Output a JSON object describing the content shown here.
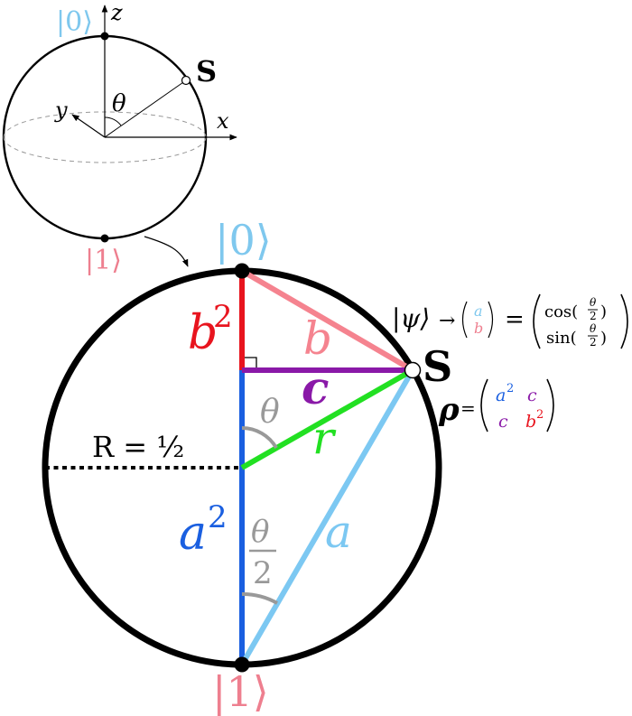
{
  "colors": {
    "ket0": "#7fc8ee",
    "ket1": "#ee7f8f",
    "a_squared": "#1a5fe0",
    "b_squared": "#e8141e",
    "b_chord": "#f5838f",
    "c": "#8a19a8",
    "r": "#22e022",
    "a_chord": "#7cc8f2",
    "angle": "#999999",
    "outline": "#000000"
  },
  "small_sphere": {
    "ket_top": "|0⟩",
    "ket_bottom": "|1⟩",
    "axis_z": "z",
    "axis_y": "y",
    "axis_x": "x",
    "theta": "θ",
    "state": "S"
  },
  "big_circle": {
    "ket_top": "|0⟩",
    "ket_bottom": "|1⟩",
    "b_squared": "b",
    "b_squared_exp": "2",
    "a_squared": "a",
    "a_squared_exp": "2",
    "b": "b",
    "a": "a",
    "c": "c",
    "r": "r",
    "theta": "θ",
    "half_theta_num": "θ",
    "half_theta_den": "2",
    "radius_label": "R = ½",
    "state": "S"
  },
  "psi_equation": {
    "psi": "|ψ⟩",
    "arrow": "→",
    "vec_a": "a",
    "vec_b": "b",
    "equals": "=",
    "cos": "cos(",
    "sin": "sin(",
    "close": ")",
    "theta": "θ",
    "two": "2"
  },
  "rho_equation": {
    "rho": "ρ",
    "equals": "=",
    "a": "a",
    "a_exp": "2",
    "c_top": "c",
    "c_bottom": "c",
    "b": "b",
    "b_exp": "2"
  }
}
